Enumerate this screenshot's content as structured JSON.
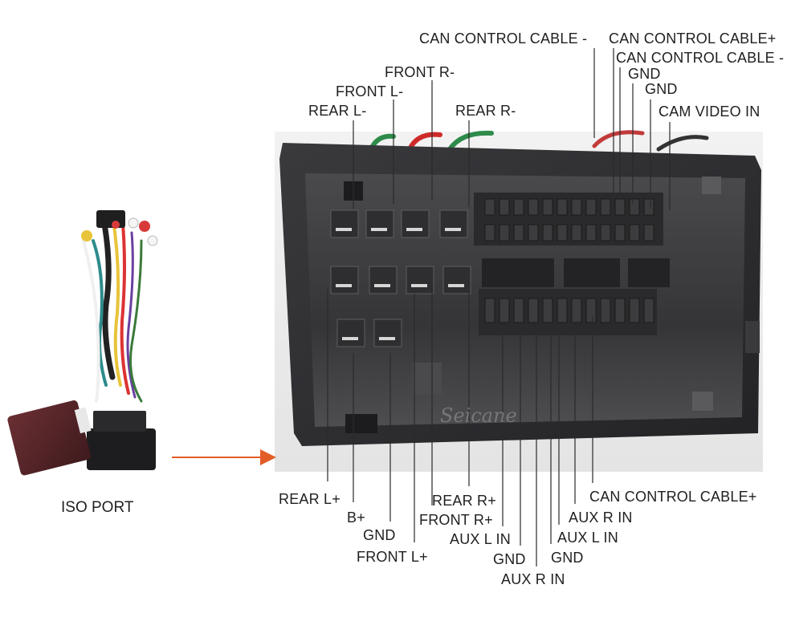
{
  "harness": {
    "label": "ISO PORT"
  },
  "watermark": "Seicane",
  "colors": {
    "accent_arrow": "#e35d28",
    "housing": "#2b2b2e",
    "pin": "#d6d6d6"
  },
  "top_labels": [
    {
      "id": "can-control-cable-minus-1",
      "text": "CAN CONTROL CABLE -"
    },
    {
      "id": "can-control-cable-plus-top",
      "text": "CAN CONTROL CABLE+"
    },
    {
      "id": "can-control-cable-minus-2",
      "text": "CAN CONTROL CABLE -"
    },
    {
      "id": "gnd-top-1",
      "text": "GND"
    },
    {
      "id": "front-r-minus",
      "text": "FRONT R-"
    },
    {
      "id": "gnd-top-2",
      "text": "GND"
    },
    {
      "id": "front-l-minus",
      "text": "FRONT L-"
    },
    {
      "id": "rear-l-minus",
      "text": "REAR L-"
    },
    {
      "id": "rear-r-minus",
      "text": "REAR R-"
    },
    {
      "id": "cam-video-in",
      "text": "CAM VIDEO IN"
    }
  ],
  "bottom_labels": [
    {
      "id": "rear-l-plus",
      "text": "REAR L+"
    },
    {
      "id": "b-plus",
      "text": "B+"
    },
    {
      "id": "gnd-bottom-1",
      "text": "GND"
    },
    {
      "id": "front-l-plus",
      "text": "FRONT L+"
    },
    {
      "id": "rear-r-plus",
      "text": "REAR R+"
    },
    {
      "id": "front-r-plus",
      "text": "FRONT R+"
    },
    {
      "id": "aux-l-in-1",
      "text": "AUX L IN"
    },
    {
      "id": "gnd-bottom-2",
      "text": "GND"
    },
    {
      "id": "aux-r-in-1",
      "text": "AUX R IN"
    },
    {
      "id": "can-control-cable-plus-bottom",
      "text": "CAN CONTROL CABLE+"
    },
    {
      "id": "aux-r-in-2",
      "text": "AUX R IN"
    },
    {
      "id": "aux-l-in-2",
      "text": "AUX L IN"
    },
    {
      "id": "gnd-bottom-3",
      "text": "GND"
    }
  ]
}
